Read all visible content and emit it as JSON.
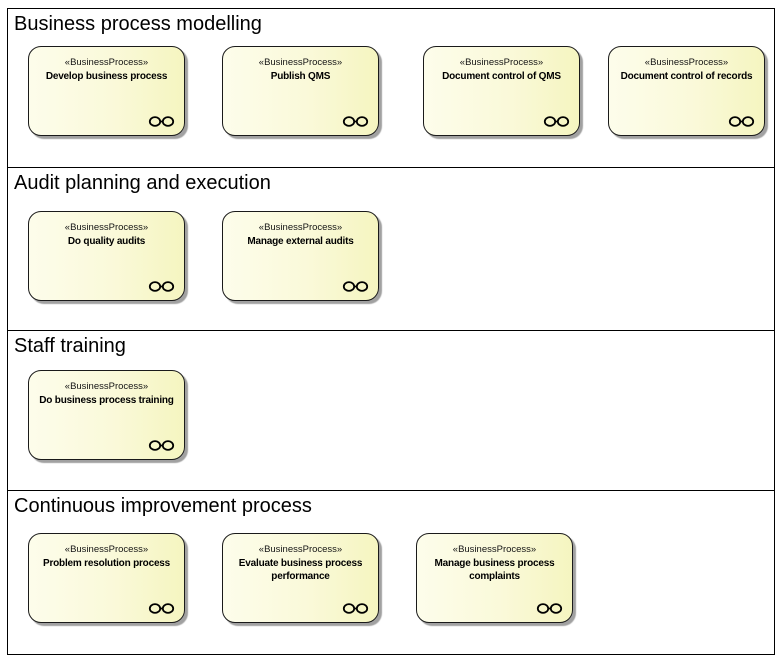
{
  "element_stereotype": "«BusinessProcess»",
  "sections": [
    {
      "title": "Business process modelling",
      "processes": [
        {
          "name": "Develop business process"
        },
        {
          "name": "Publish QMS"
        },
        {
          "name": "Document control of QMS"
        },
        {
          "name": "Document control of records"
        }
      ]
    },
    {
      "title": "Audit planning and execution",
      "processes": [
        {
          "name": "Do quality audits"
        },
        {
          "name": "Manage external audits"
        }
      ]
    },
    {
      "title": "Staff training",
      "processes": [
        {
          "name": "Do business process training"
        }
      ]
    },
    {
      "title": "Continuous improvement process",
      "processes": [
        {
          "name": "Problem resolution process"
        },
        {
          "name": "Evaluate business process performance"
        },
        {
          "name": "Manage business process complaints"
        }
      ]
    }
  ],
  "icons": {
    "business_process": "linked-circles"
  },
  "colors": {
    "element_fill_left": "#FDFDEB",
    "element_fill_right": "#F5F5C0",
    "element_border": "#1A1A1A",
    "element_shadow": "#828282",
    "frame_border": "#000000",
    "text": "#000000",
    "background": "#FFFFFF"
  }
}
